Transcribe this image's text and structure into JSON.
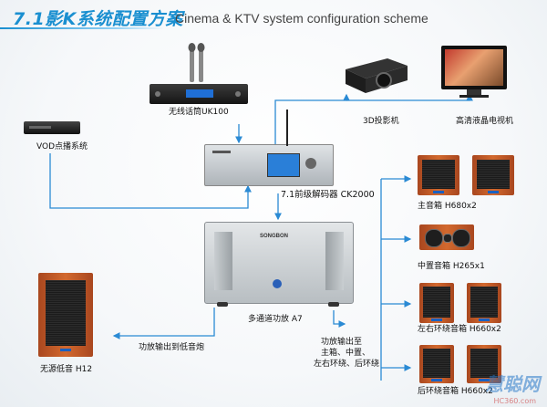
{
  "header": {
    "title_cn": "7.1影K系统配置方案",
    "title_en": "Cinema & KTV system configuration scheme"
  },
  "devices": {
    "mic": "无线话筒UK100",
    "projector": "3D投影机",
    "tv": "高清液晶电视机",
    "vod": "VOD点播系统",
    "preamp": "7.1前级解码器 CK2000",
    "amp": "多通道功放 A7",
    "subwoofer": "无源低音 H12",
    "main_spk": "主音箱 H680x2",
    "center_spk": "中置音箱 H265x1",
    "surround_spk": "左右环绕音箱 H660x2",
    "rear_spk": "后环绕音箱 H660x2"
  },
  "annotations": {
    "to_sub": "功放输出到低音炮",
    "to_spk_1": "功放输出至",
    "to_spk_2": "主箱、中置、",
    "to_spk_3": "左右环绕、后环绕"
  },
  "brand": {
    "amp_brand": "SONGBON"
  },
  "watermark": {
    "main": "慧聪网",
    "sub": "HC360.com"
  },
  "colors": {
    "line": "#2a8ad4",
    "accent": "#1a8fd0",
    "wood": "#c85a28"
  }
}
